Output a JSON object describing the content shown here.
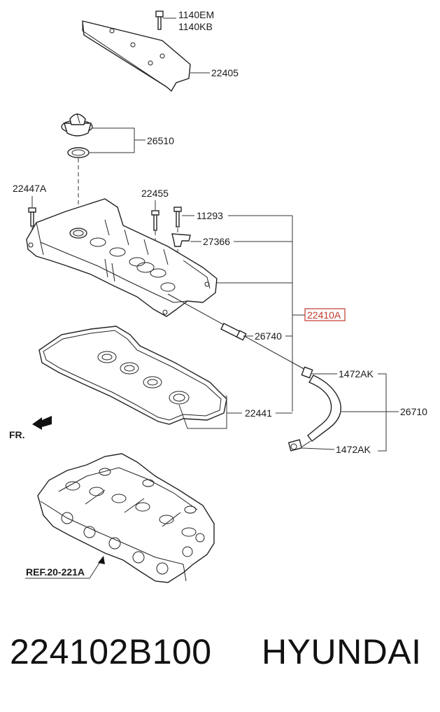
{
  "diagram": {
    "labels": {
      "bolt_1140em": "1140EM",
      "bolt_1140kb": "1140KB",
      "heat_shield": "22405",
      "oil_cap": "26510",
      "bolt_22447a": "22447A",
      "bolt_22455": "22455",
      "bolt_11293": "11293",
      "bracket_27366": "27366",
      "cover_assembly": "22410A",
      "pcv_valve": "26740",
      "clamp_upper": "1472AK",
      "hose": "26710",
      "clamp_lower": "1472AK",
      "gasket": "22441",
      "front_direction": "FR.",
      "reference": "REF.20-221A"
    },
    "highlight_color": "#c0392b"
  },
  "footer": {
    "part_number": "224102B100",
    "brand": "HYUNDAI"
  }
}
